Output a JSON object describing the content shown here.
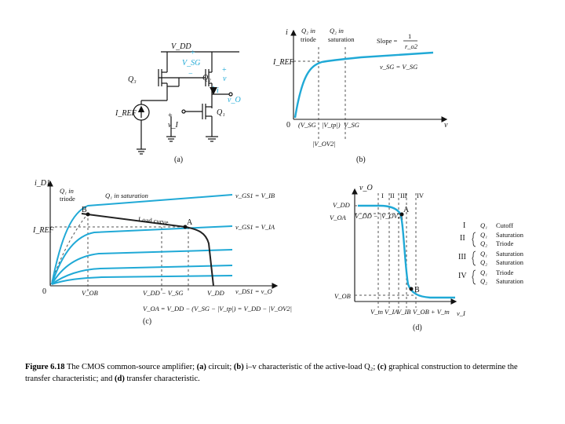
{
  "panels": {
    "a": {
      "label": "(a)",
      "vdd": "V_DD",
      "plus": "+",
      "minus": "−",
      "vsg": "V_SG",
      "q2": "Q₂",
      "q3": "Q₃",
      "q1": "Q₁",
      "iref": "I_REF",
      "v": "v",
      "i": "i",
      "vo": "v_O",
      "vi": "v_I"
    },
    "b": {
      "label": "(b)",
      "yaxis": "i",
      "xaxis": "v",
      "origin": "0",
      "iref": "I_REF",
      "triode1": "Q₂ in",
      "triode2": "triode",
      "sat1": "Q₂ in",
      "sat2": "saturation",
      "slope": "Slope =",
      "slope_num": "1",
      "slope_den": "r_o2",
      "vsg_eq": "v_SG = V_SG",
      "tick1": "(V_SG",
      "tick2": "|V_tp|)",
      "tick3": "V_SG",
      "vov2": "|V_OV2|"
    },
    "c": {
      "label": "(c)",
      "yaxis": "i_D1",
      "origin": "0",
      "iref": "I_REF",
      "q1triode1": "Q₁ in",
      "q1triode2": "triode",
      "q1sat": "Q₁ in saturation",
      "load": "Load curve",
      "pointA": "A",
      "pointB": "B",
      "curve1": "v_GS1 = V_IB",
      "curve2": "v_GS1 = V_IA",
      "vds": "v_DS1 = v_O",
      "vob": "V_OB",
      "vdd_minus": "V_DD − V_SG",
      "vdd": "V_DD",
      "vdd2": "V_DD",
      "eq": "V_OA = V_DD − (V_SG − |V_tp|) = V_DD − |V_OV2|"
    },
    "d": {
      "label": "(d)",
      "yaxis": "v_O",
      "xaxis": "v_I",
      "vdd": "V_DD",
      "vdd_ov": "V_DD − |V_OV2|",
      "voa": "V_OA",
      "vob": "V_OB",
      "pointA": "A",
      "pointB": "B",
      "regions": [
        "I",
        "II",
        "III",
        "IV"
      ],
      "xticks": [
        "V_tn",
        "V_IA",
        "V_IB",
        "V_OB + V_tn"
      ],
      "legend": [
        {
          "region": "I",
          "rows": [
            [
              "Q₁",
              "Cutoff"
            ]
          ]
        },
        {
          "region": "II",
          "rows": [
            [
              "Q₁",
              "Saturation"
            ],
            [
              "Q₂",
              "Triode"
            ]
          ]
        },
        {
          "region": "III",
          "rows": [
            [
              "Q₁",
              "Saturation"
            ],
            [
              "Q₂",
              "Saturation"
            ]
          ]
        },
        {
          "region": "IV",
          "rows": [
            [
              "Q₁",
              "Triode"
            ],
            [
              "Q₂",
              "Saturation"
            ]
          ]
        }
      ]
    }
  },
  "caption": {
    "fig": "Figure 6.18",
    "text1": " The CMOS common-source amplifier; ",
    "a": "(a)",
    "t_a": " circuit; ",
    "b": "(b)",
    "t_b": " i–v characteristic of the active-load Q₂; ",
    "c": "(c)",
    "t_c": " graphical construction to determine the transfer characteristic; and ",
    "d": "(d)",
    "t_d": " transfer characteristic."
  },
  "colors": {
    "curve": "#20a9d6",
    "dark": "#222222",
    "dash": "#555555"
  }
}
